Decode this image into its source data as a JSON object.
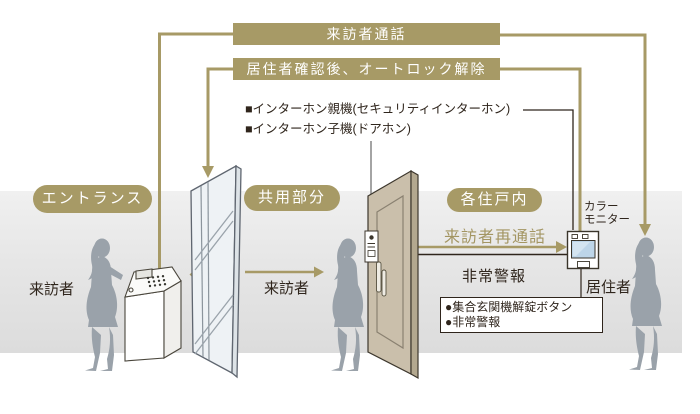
{
  "colors": {
    "accent_olive": "#a79a66",
    "text_dark": "#2f251c",
    "silhouette_gray": "#9aa2aa",
    "zone_band_gray": "#e6e6e6",
    "monitor_screen_blue": "#bdd5e8",
    "unit_door_beige": "#cabfab"
  },
  "flow_banners": {
    "visitor_call": "来訪者通話",
    "autolock_release": "居住者確認後、オートロック解除"
  },
  "legend": {
    "intercom_parent": "■インターホン親機(セキュリティインターホン)",
    "intercom_child": "■インターホン子機(ドアホン)"
  },
  "zones": {
    "entrance": "エントランス",
    "common_area": "共用部分",
    "unit_interior": "各住戸内"
  },
  "labels": {
    "visitor_entrance": "来訪者",
    "visitor_common": "来訪者",
    "visitor_recall": "来訪者再通話",
    "emergency_alarm": "非常警報",
    "color_monitor_line1": "カラー",
    "color_monitor_line2": "モニター",
    "resident": "居住者"
  },
  "feature_box": {
    "items": [
      "●集合玄関機解錠ボタン",
      "●非常警報"
    ]
  }
}
